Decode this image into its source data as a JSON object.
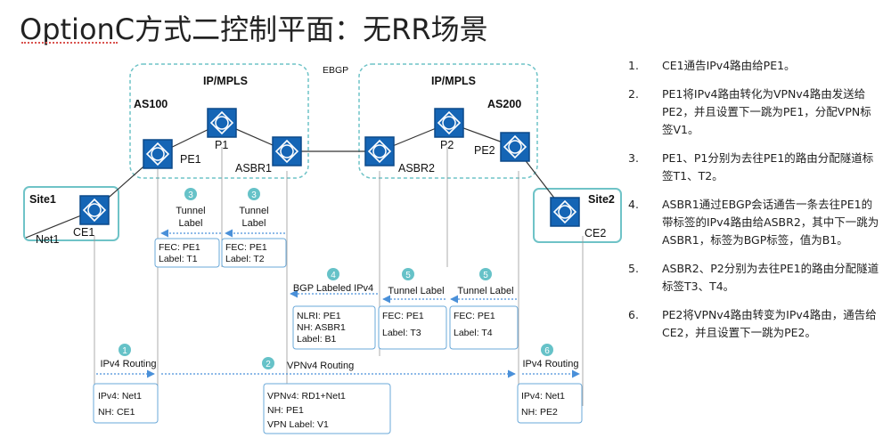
{
  "title": "OptionC方式二控制平面：无RR场景",
  "ebgp_label": "EBGP",
  "as100": {
    "cloud_label": "IP/MPLS",
    "as_label": "AS100",
    "pe1": "PE1",
    "p1": "P1",
    "asbr1": "ASBR1"
  },
  "as200": {
    "cloud_label": "IP/MPLS",
    "as_label": "AS200",
    "asbr2": "ASBR2",
    "p2": "P2",
    "pe2": "PE2"
  },
  "site1": {
    "label": "Site1",
    "ce": "CE1",
    "net": "Net1"
  },
  "site2": {
    "label": "Site2",
    "ce": "CE2"
  },
  "router_glyph": "R",
  "annotations": [
    {
      "num": "3",
      "line1": "Tunnel",
      "line2": "Label"
    },
    {
      "num": "3",
      "line1": "Tunnel",
      "line2": "Label"
    },
    {
      "num": "4",
      "line1": "BGP Labeled IPv4",
      "line2": ""
    },
    {
      "num": "5",
      "line1": "Tunnel Label",
      "line2": ""
    },
    {
      "num": "5",
      "line1": "Tunnel Label",
      "line2": ""
    },
    {
      "num": "1",
      "line1": "IPv4 Routing",
      "line2": ""
    },
    {
      "num": "2",
      "line1": "VPNv4 Routing",
      "line2": ""
    },
    {
      "num": "6",
      "line1": "IPv4 Routing",
      "line2": ""
    }
  ],
  "boxes": [
    [
      "FEC: PE1",
      "Label: T1"
    ],
    [
      "FEC: PE1",
      "Label: T2"
    ],
    [
      "NLRI: PE1",
      "NH: ASBR1",
      "Label: B1"
    ],
    [
      "FEC: PE1",
      "Label: T3"
    ],
    [
      "FEC: PE1",
      "Label: T4"
    ],
    [
      "IPv4: Net1",
      "NH: CE1"
    ],
    [
      "VPNv4: RD1+Net1",
      "NH: PE1",
      "VPN Label: V1"
    ],
    [
      "IPv4: Net1",
      "NH: PE2"
    ]
  ],
  "steps": [
    {
      "num": "1.",
      "text": "CE1通告IPv4路由给PE1。"
    },
    {
      "num": "2.",
      "text": "PE1将IPv4路由转化为VPNv4路由发送给PE2，并且设置下一跳为PE1，分配VPN标签V1。"
    },
    {
      "num": "3.",
      "text": "PE1、P1分别为去往PE1的路由分配隧道标签T1、T2。"
    },
    {
      "num": "4.",
      "text": "ASBR1通过EBGP会话通告一条去往PE1的带标签的IPv4路由给ASBR2，其中下一跳为ASBR1，标签为BGP标签，值为B1。"
    },
    {
      "num": "5.",
      "text": "ASBR2、P2分别为去往PE1的路由分配隧道标签T3、T4。"
    },
    {
      "num": "6.",
      "text": "PE2将VPNv4路由转变为IPv4路由，通告给CE2，并且设置下一跳为PE2。"
    }
  ],
  "colors": {
    "cloud": "#6fc3c7",
    "router": "#1565b5",
    "router_dark": "#0d4a8a",
    "arrow": "#4a90d9",
    "badge": "#66c2c8",
    "box_border": "#6aa8d8"
  }
}
